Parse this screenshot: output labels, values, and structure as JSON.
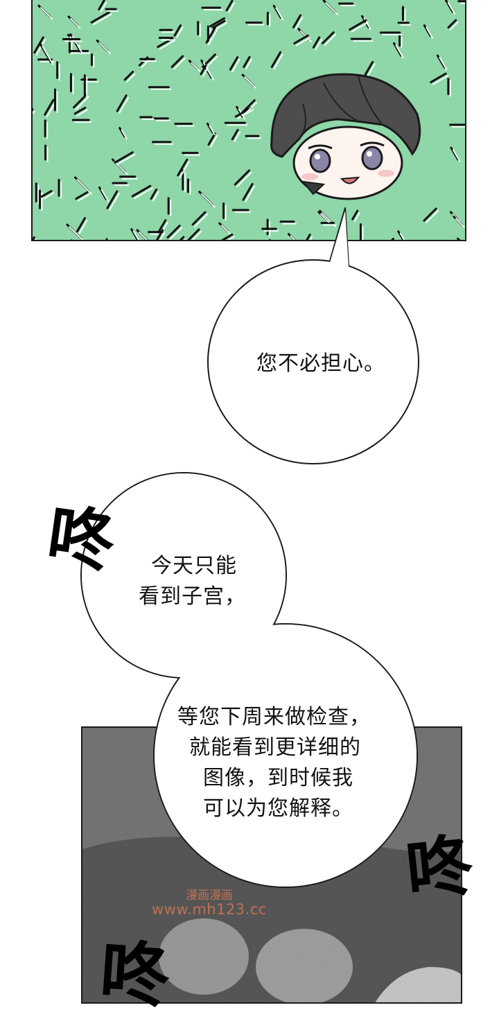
{
  "bubbles": {
    "b1": {
      "lines": [
        "您不必担心。"
      ]
    },
    "b2": {
      "lines": [
        "今天只能",
        "看到子宫，"
      ]
    },
    "b3": {
      "lines": [
        "等您下周来做检查，",
        "就能看到更详细的",
        "图像，到时候我",
        "可以为您解释。"
      ]
    }
  },
  "sfx": {
    "s1": "咚",
    "s2": "咚",
    "s3": "咚"
  },
  "watermark": {
    "line1": "漫画漫画",
    "line2": "www.mh123.cc"
  },
  "colors": {
    "panel_green": "#8fd6a8",
    "panel_gray": "#6d6d6d",
    "ink": "#111111",
    "watermark": "#e27b52"
  }
}
